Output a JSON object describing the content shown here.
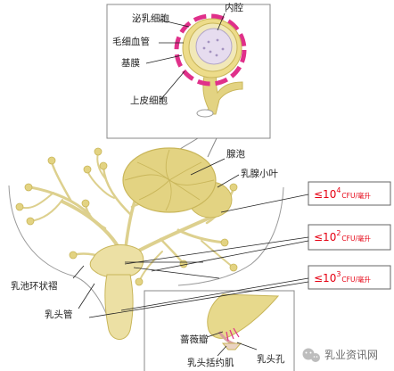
{
  "labels": {
    "secretory_cell": "泌乳细胞",
    "lumen": "内腔",
    "capillary": "毛细血管",
    "basement_membrane": "基膜",
    "epithelial_cell": "上皮细胞",
    "alveolus": "腺泡",
    "lobule": "乳腺小叶",
    "cistern_ring": "乳池环状褶",
    "teat_canal": "乳头管",
    "rosette": "蔷薇瓣",
    "teat_meatus": "乳头孔",
    "sphincter": "乳头括约肌"
  },
  "counts": [
    {
      "prefix": "≤10",
      "exp": "4",
      "unit": "CFU/毫升"
    },
    {
      "prefix": "≤10",
      "exp": "2",
      "unit": "CFU/毫升"
    },
    {
      "prefix": "≤10",
      "exp": "3",
      "unit": "CFU/毫升"
    }
  ],
  "watermark": {
    "text": "乳业资讯网"
  },
  "colors": {
    "tissue_fill": "#e3d382",
    "tissue_stroke": "#c9b65a",
    "duct_fill": "#ece0a4",
    "count_text": "#e60012",
    "capillary": "#e0308a"
  }
}
